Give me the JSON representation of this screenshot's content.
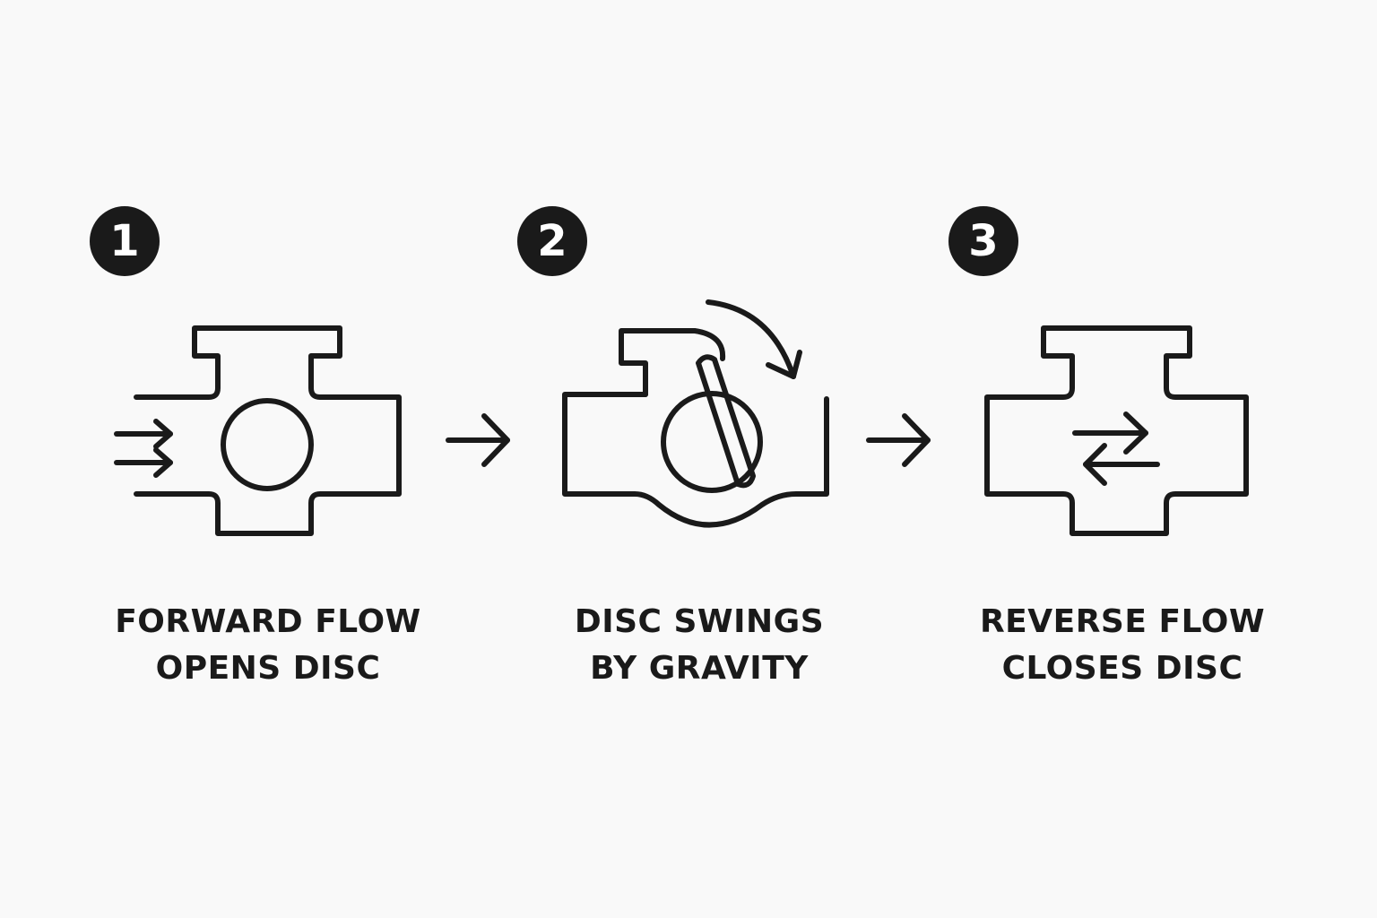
{
  "steps": [
    {
      "number": "1",
      "caption_line1": "FORWARD FLOW",
      "caption_line2": "OPENS DISC"
    },
    {
      "number": "2",
      "caption_line1": "DISC SWINGS",
      "caption_line2": "BY GRAVITY"
    },
    {
      "number": "3",
      "caption_line1": "REVERSE FLOW",
      "caption_line2": "CLOSES DISC"
    }
  ],
  "colors": {
    "ink": "#1a1a1a",
    "background": "#f9f9f9"
  },
  "icons": [
    "valve-forward-flow-icon",
    "valve-disc-swinging-icon",
    "valve-reverse-flow-icon",
    "step-arrow-icon"
  ]
}
